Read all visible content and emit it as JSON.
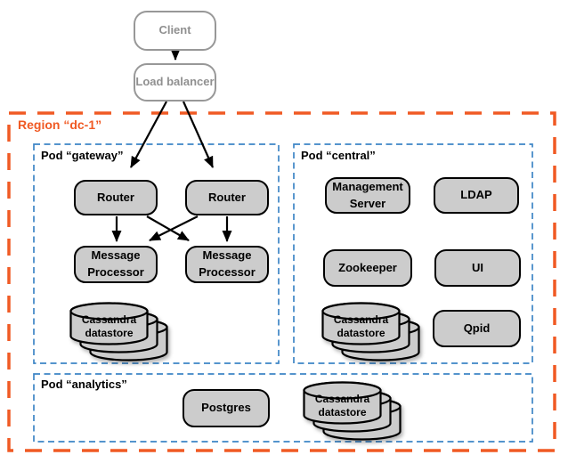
{
  "diagram": {
    "external": {
      "client": "Client",
      "load_balancer": "Load balancer"
    },
    "region": {
      "label": "Region “dc-1”"
    },
    "pods": {
      "gateway": {
        "label": "Pod “gateway”",
        "nodes": {
          "router_1": "Router",
          "router_2": "Router",
          "message_processor_1": "Message\nProcessor",
          "message_processor_2": "Message\nProcessor",
          "cassandra": "Cassandra\ndatastore"
        }
      },
      "central": {
        "label": "Pod “central”",
        "nodes": {
          "management_server": "Management\nServer",
          "ldap": "LDAP",
          "zookeeper": "Zookeeper",
          "ui": "UI",
          "cassandra": "Cassandra\ndatastore",
          "qpid": "Qpid"
        }
      },
      "analytics": {
        "label": "Pod “analytics”",
        "nodes": {
          "postgres": "Postgres",
          "cassandra": "Cassandra\ndatastore"
        }
      }
    },
    "colors": {
      "region_border": "#F05A24",
      "pod_border": "#3d85c6",
      "node_fill": "#cccccc",
      "node_border": "#000000",
      "external_border": "#989898",
      "external_text": "#909090",
      "arrow": "#000000"
    }
  }
}
